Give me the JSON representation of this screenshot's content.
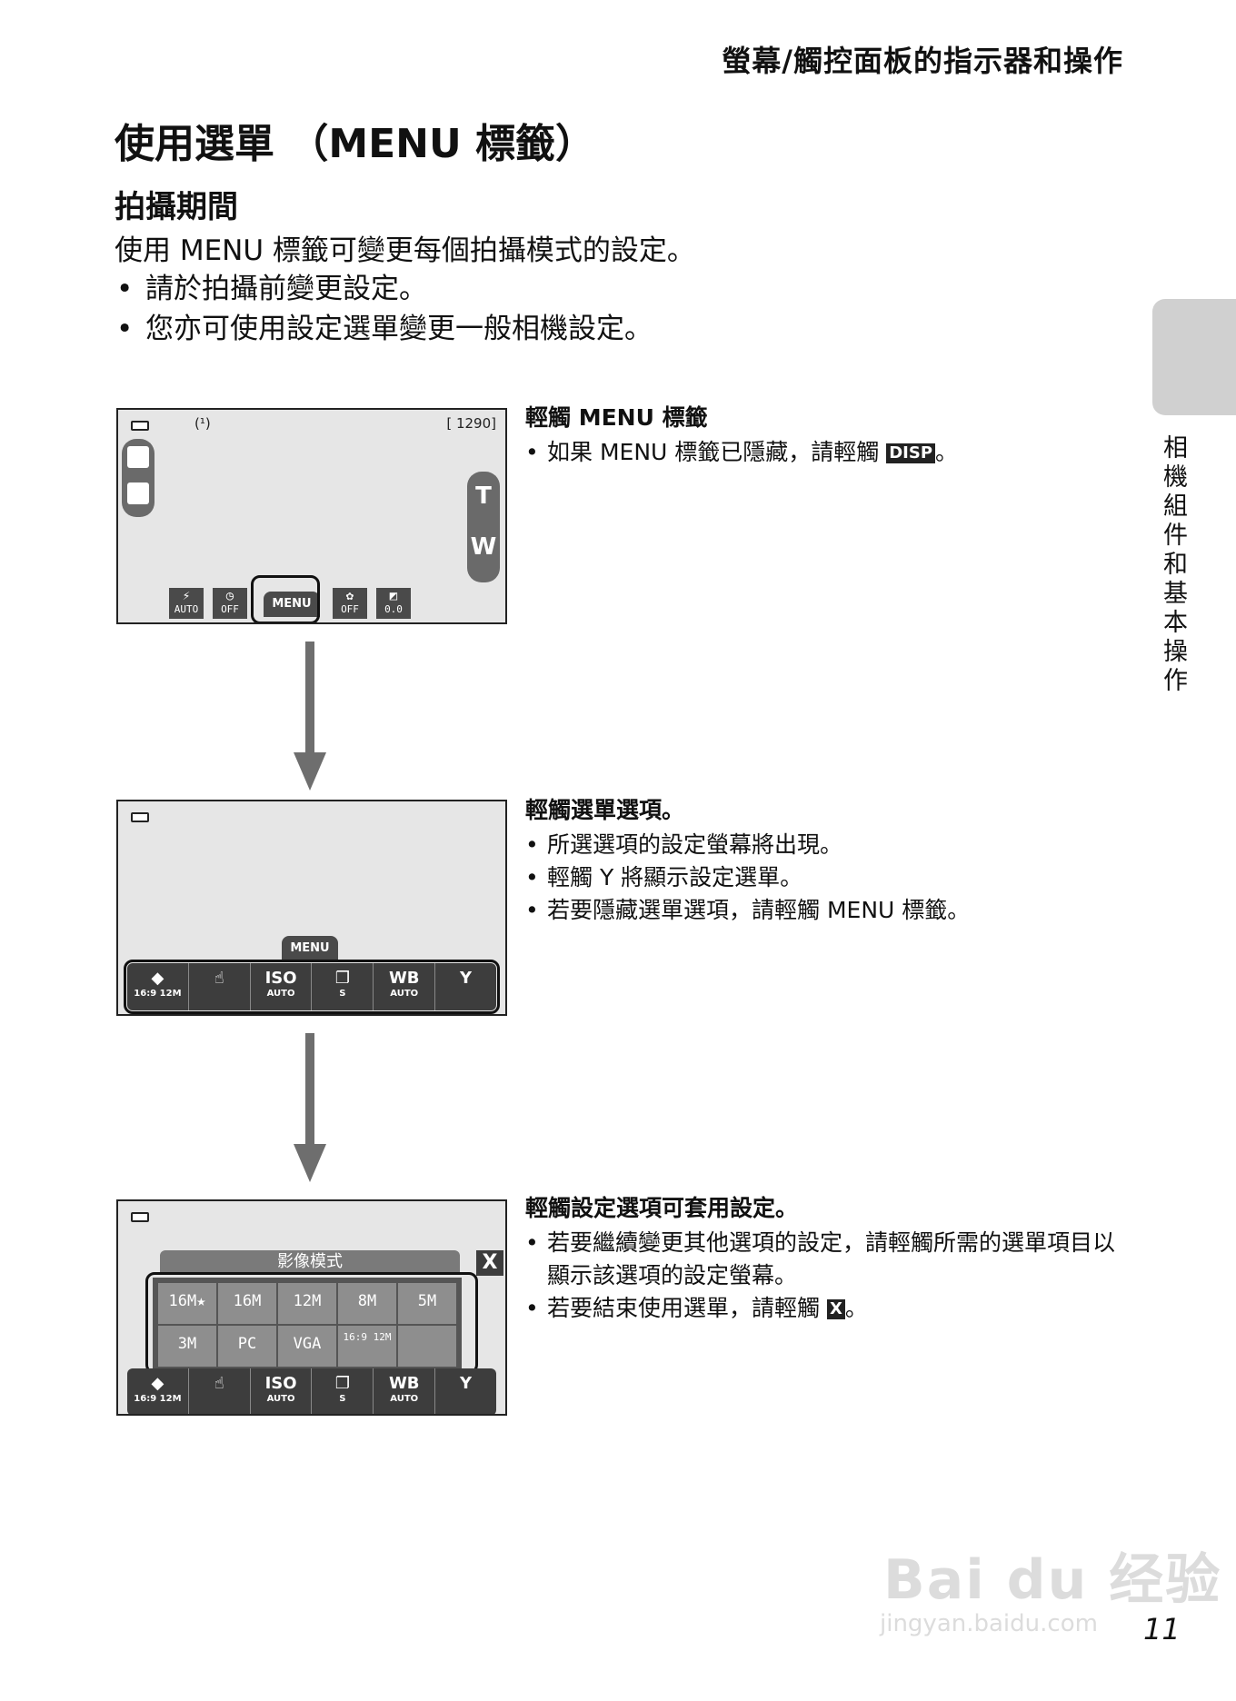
{
  "header": {
    "running_head": "螢幕/觸控面板的指示器和操作"
  },
  "title": "使用選單 （MENU 標籤）",
  "section": {
    "heading": "拍攝期間",
    "intro": "使用 MENU 標籤可變更每個拍攝模式的設定。",
    "bullets": [
      "請於拍攝前變更設定。",
      "您亦可使用設定選單變更一般相機設定。"
    ]
  },
  "side_label": "相機組件和基本操作",
  "screen1": {
    "top_center": "(¹)",
    "top_right": "[ 1290]",
    "tele": "T",
    "wide": "W",
    "toolbar": [
      {
        "glyph": "⚡",
        "label": "AUTO"
      },
      {
        "glyph": "◷",
        "label": "OFF"
      },
      {
        "glyph": "✿",
        "label": "OFF"
      },
      {
        "glyph": "◩",
        "label": "0.0"
      }
    ],
    "menu_tab": "MENU"
  },
  "screen2": {
    "menu_tab": "MENU",
    "menubar": [
      {
        "glyph": "◆",
        "label": "16:9 12M"
      },
      {
        "glyph": "☝",
        "label": ""
      },
      {
        "glyph": "ISO",
        "label": "AUTO"
      },
      {
        "glyph": "❐",
        "label": "S"
      },
      {
        "glyph": "WB",
        "label": "AUTO"
      },
      {
        "glyph": "Y",
        "label": ""
      }
    ]
  },
  "screen3": {
    "panel_title": "影像模式",
    "close": "X",
    "options": [
      "16M★",
      "16M",
      "12M",
      "8M",
      "5M",
      "3M",
      "PC",
      "VGA",
      "16:9 12M",
      ""
    ],
    "menubar": [
      {
        "glyph": "◆",
        "label": "16:9 12M"
      },
      {
        "glyph": "☝",
        "label": ""
      },
      {
        "glyph": "ISO",
        "label": "AUTO"
      },
      {
        "glyph": "❐",
        "label": "S"
      },
      {
        "glyph": "WB",
        "label": "AUTO"
      },
      {
        "glyph": "Y",
        "label": ""
      }
    ]
  },
  "step1": {
    "title": "輕觸 MENU 標籤",
    "bullet_pre": "如果 MENU 標籤已隱藏，請輕觸 ",
    "key": "DISP",
    "bullet_post": "。"
  },
  "step2": {
    "title": "輕觸選單選項。",
    "bullets": [
      "所選選項的設定螢幕將出現。",
      "輕觸 Y 將顯示設定選單。",
      "若要隱藏選單選項，請輕觸 MENU 標籤。"
    ]
  },
  "step3": {
    "title": "輕觸設定選項可套用設定。",
    "bullet1": "若要繼續變更其他選項的設定，請輕觸所需的選單項目以顯示該選項的設定螢幕。",
    "bullet2_pre": "若要結束使用選單，請輕觸 ",
    "key": "X",
    "bullet2_post": "。"
  },
  "watermark": {
    "main": "Bai du 经验",
    "sub": "jingyan.baidu.com"
  },
  "page_number": "11"
}
